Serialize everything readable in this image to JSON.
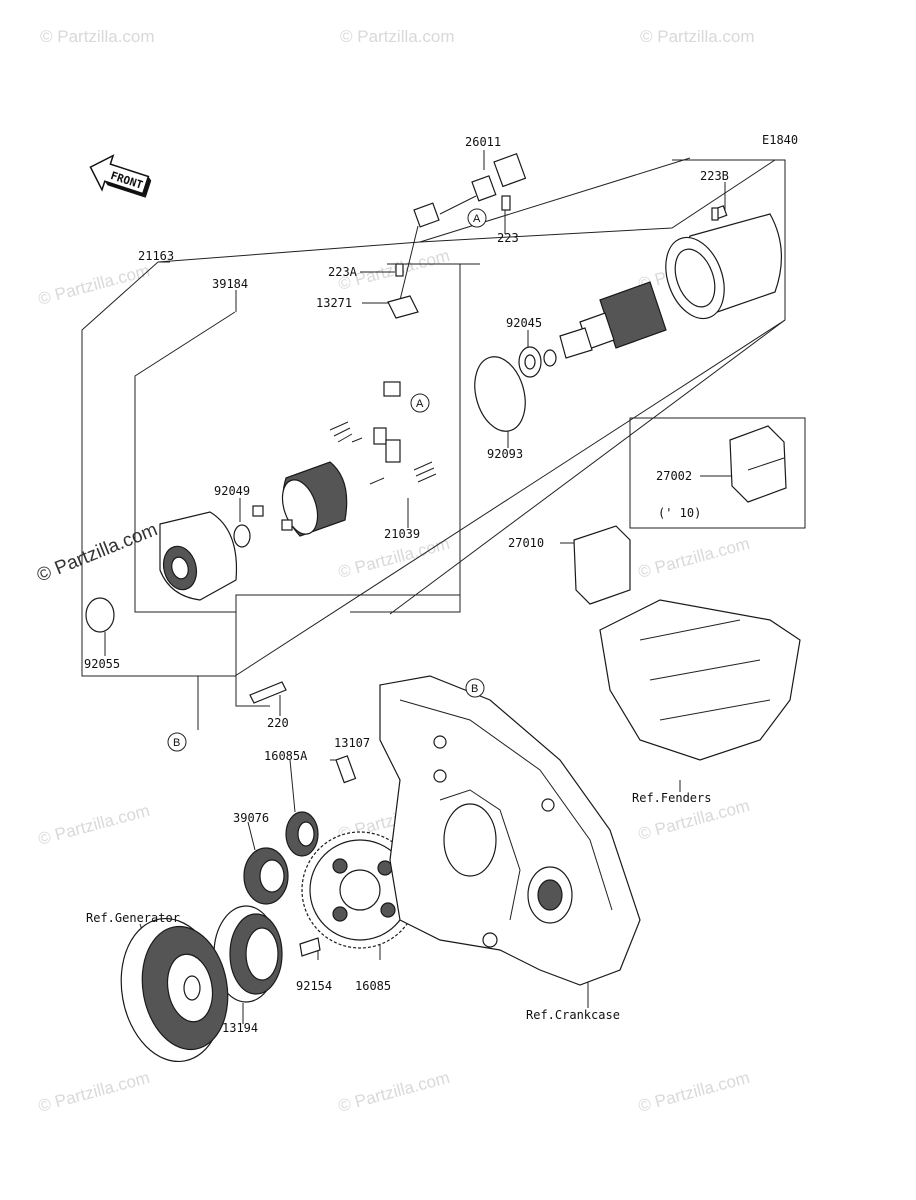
{
  "diagram_code": "E1840",
  "front_label": "FRONT",
  "watermark_text": "© Partzilla.com",
  "parts": [
    {
      "id": "p26011",
      "label": "26011"
    },
    {
      "id": "p223B",
      "label": "223B"
    },
    {
      "id": "p223",
      "label": "223"
    },
    {
      "id": "p21163",
      "label": "21163"
    },
    {
      "id": "p223A",
      "label": "223A"
    },
    {
      "id": "p39184",
      "label": "39184"
    },
    {
      "id": "p13271",
      "label": "13271"
    },
    {
      "id": "p92045",
      "label": "92045"
    },
    {
      "id": "p92093",
      "label": "92093"
    },
    {
      "id": "p92049",
      "label": "92049"
    },
    {
      "id": "p21039",
      "label": "21039"
    },
    {
      "id": "p27002",
      "label": "27002"
    },
    {
      "id": "p10",
      "label": "(' 10)"
    },
    {
      "id": "p27010",
      "label": "27010"
    },
    {
      "id": "p92055",
      "label": "92055"
    },
    {
      "id": "p220",
      "label": "220"
    },
    {
      "id": "p13107",
      "label": "13107"
    },
    {
      "id": "p16085A",
      "label": "16085A"
    },
    {
      "id": "p39076",
      "label": "39076"
    },
    {
      "id": "p92154",
      "label": "92154"
    },
    {
      "id": "p16085",
      "label": "16085"
    },
    {
      "id": "p13194",
      "label": "13194"
    }
  ],
  "references": {
    "fenders": "Ref.Fenders",
    "generator": "Ref.Generator",
    "crankcase": "Ref.Crankcase"
  },
  "callouts": {
    "a": "A",
    "b": "B"
  }
}
